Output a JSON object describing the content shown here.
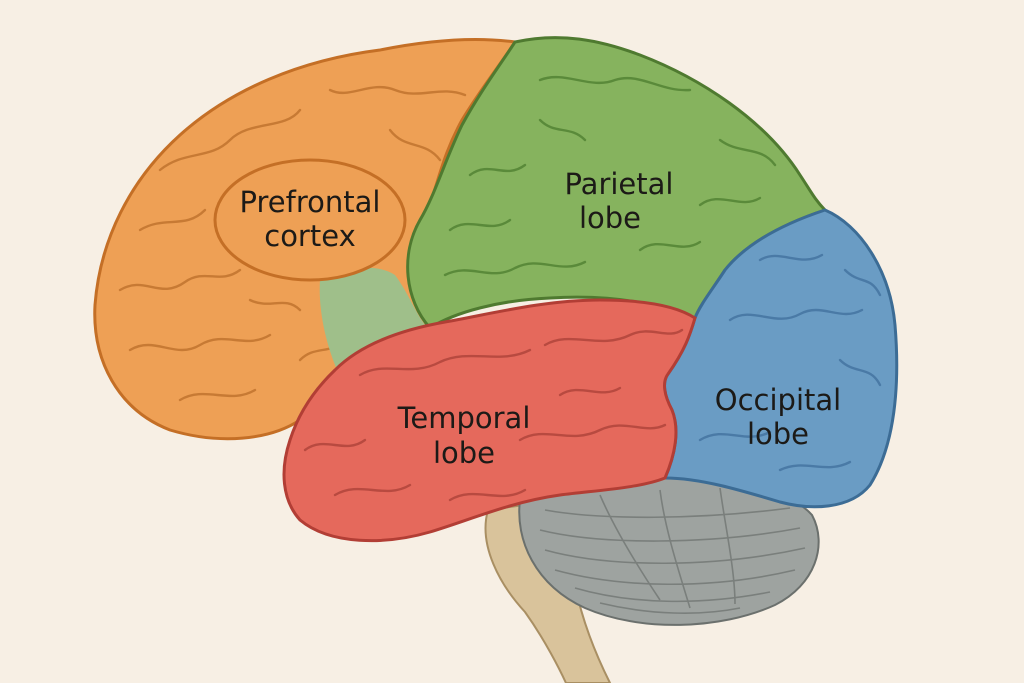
{
  "regions": {
    "prefrontal": {
      "line1": "Prefrontal",
      "line2": "cortex",
      "color": "#eea055",
      "outline": "#c46f26",
      "fold": "#c77a34"
    },
    "frontal": {
      "color": "#eea055",
      "outline": "#c46f26"
    },
    "parietal": {
      "line1": "Parietal",
      "line2": "lobe",
      "color": "#86b35e",
      "outline": "#4f7a30",
      "fold": "#5a8a3a"
    },
    "temporal": {
      "line1": "Temporal",
      "line2": "lobe",
      "color": "#e5695c",
      "outline": "#b23e35",
      "fold": "#b84a40"
    },
    "occipital": {
      "line1": "Occipital",
      "line2": "lobe",
      "color": "#6a9cc4",
      "outline": "#3c6c95",
      "fold": "#4a7aa6"
    },
    "cerebellum": {
      "color": "#9ea3a0",
      "outline": "#6b706d"
    },
    "brainstem": {
      "color": "#d9c39b",
      "outline": "#a98f63"
    },
    "insula": {
      "color": "#9fbf8a"
    }
  }
}
